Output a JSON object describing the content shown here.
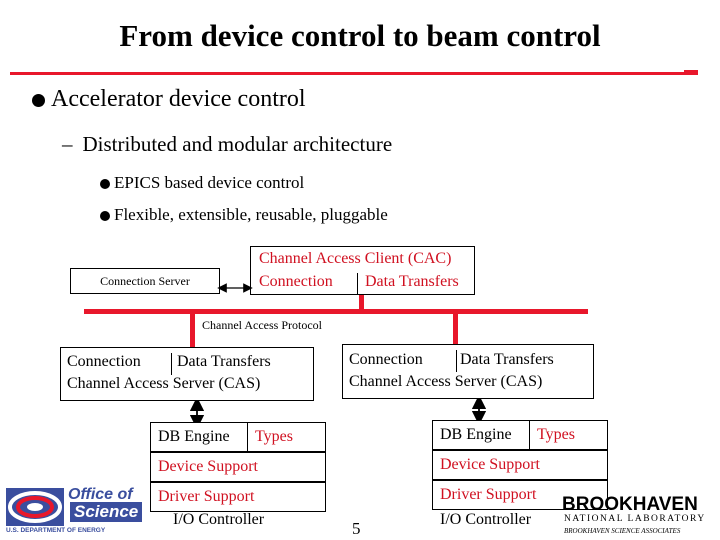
{
  "title": "From device control to beam control",
  "bullets": {
    "level1": "Accelerator device control",
    "level2_dash": "–",
    "level2": "Distributed and modular architecture",
    "level3": [
      "EPICS based device control",
      "Flexible, extensible, reusable, pluggable"
    ]
  },
  "connection_server": {
    "label": "Connection Server"
  },
  "cac": {
    "title": "Channel Access Client (CAC)",
    "connection": "Connection",
    "data_transfers": "Data Transfers"
  },
  "protocol_label": "Channel Access Protocol",
  "cas_left": {
    "connection": "Connection",
    "data_transfers": "Data Transfers",
    "title": "Channel Access Server (CAS)"
  },
  "cas_right": {
    "connection": "Connection",
    "data_transfers": "Data Transfers",
    "title": "Channel Access Server (CAS)"
  },
  "ioc_left": {
    "db_engine": "DB Engine",
    "types": "Types",
    "device_support": "Device Support",
    "driver_support": "Driver Support",
    "label": "I/O Controller"
  },
  "ioc_right": {
    "db_engine": "DB Engine",
    "types": "Types",
    "device_support": "Device Support",
    "driver_support": "Driver Support",
    "label": "I/O Controller"
  },
  "page_number": "5",
  "logo_left": {
    "line1": "Office of",
    "line2": "Science",
    "sub": "U.S. DEPARTMENT OF ENERGY"
  },
  "logo_right": {
    "line1": "BROOKHAVEN",
    "line2": "NATIONAL LABORATORY",
    "line3": "BROOKHAVEN SCIENCE ASSOCIATES"
  },
  "colors": {
    "accent_red": "#e8172b",
    "text_red": "#d01020"
  }
}
